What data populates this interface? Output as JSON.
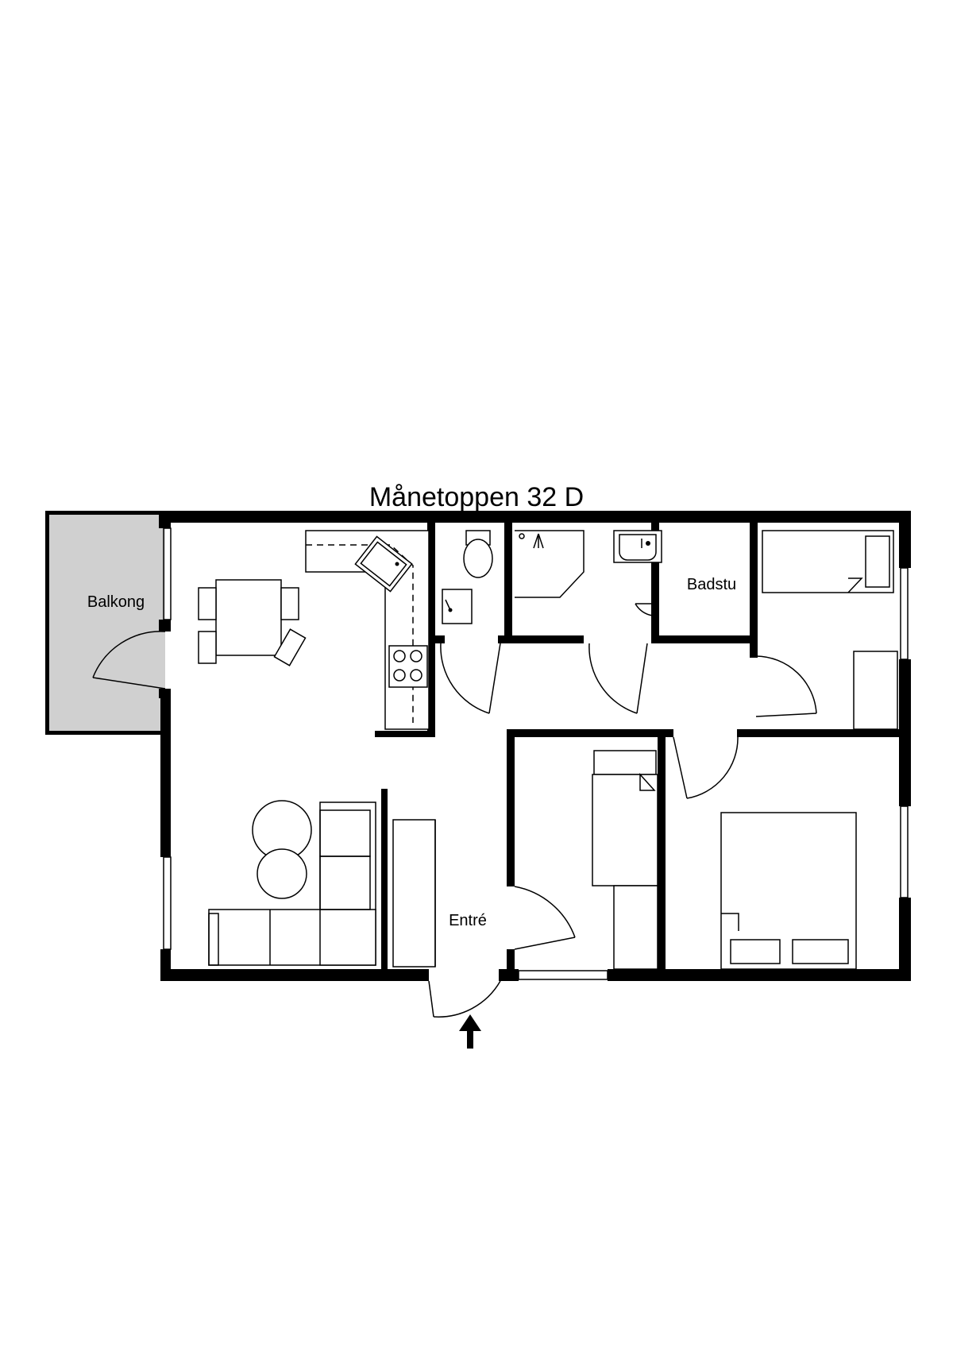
{
  "plan": {
    "title": "Månetoppen 32 D",
    "rooms": {
      "balkong": "Balkong",
      "badstu": "Badstu",
      "entre": "Entré"
    }
  },
  "colors": {
    "walls": "#000000",
    "balcony_fill": "#d0d0d0",
    "background": "#ffffff"
  },
  "icons": [
    "entrance-arrow-icon",
    "shower-icon",
    "toilet-icon",
    "sink-icon",
    "stove-icon"
  ]
}
